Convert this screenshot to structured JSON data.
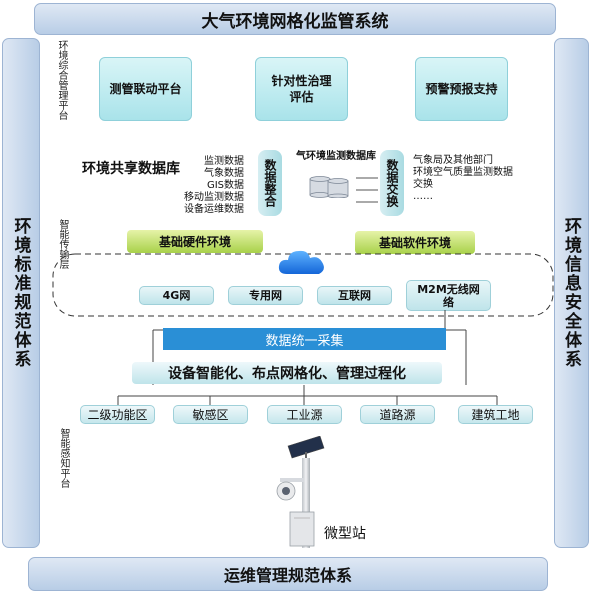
{
  "title": "大气环境网格化监管系统",
  "left_band": "环境标准规范体系",
  "right_band": "环境信息安全体系",
  "bottom_band": "运维管理规范体系",
  "layers": {
    "mgmt": "环境综合管理平台",
    "transmit": "智能传输层",
    "sense": "智能感知平台"
  },
  "platforms": [
    "测管联动平台",
    "针对性治理评估",
    "预警预报支持"
  ],
  "shared_db": {
    "title": "环境共享数据库",
    "items": [
      "监测数据",
      "气象数据",
      "GIS数据",
      "移动监测数据",
      "设备运维数据"
    ]
  },
  "integrate": "数据整合",
  "exchange": "数据交换",
  "monitor_db": "气环境监测数据库",
  "external_list": [
    "气象局及其他部门",
    "环境空气质量监测数据交换",
    "……"
  ],
  "hardware_env": "基础硬件环境",
  "software_env": "基础软件环境",
  "networks": [
    "4G网",
    "专用网",
    "互联网",
    "M2M无线网络"
  ],
  "collect": "数据统一采集",
  "device_line": "设备智能化、布点网格化、管理过程化",
  "sources": [
    "二级功能区",
    "敏感区",
    "工业源",
    "道路源",
    "建筑工地"
  ],
  "station_label": "微型站",
  "colors": {
    "band": "#b8cde6",
    "collect": "#2a8fd6",
    "green": "#a8d14a"
  }
}
